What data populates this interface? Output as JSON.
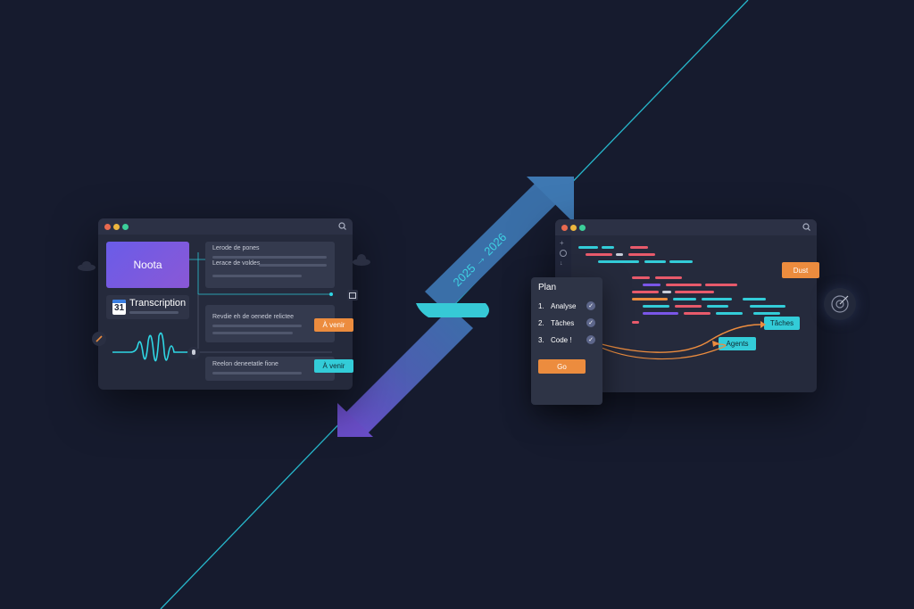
{
  "arrow_label": "2025 → 2026",
  "colors": {
    "background": "#161b2e",
    "accent_teal": "#33ccd8",
    "accent_orange": "#ec8c3e",
    "accent_purple": "#7a56e8"
  },
  "left_window": {
    "brand_card": "Noota",
    "calendar_day": "31",
    "transcription_label": "Transcription",
    "notes": [
      {
        "line1": "Lerode de pones",
        "line2": "Lerace de voldes"
      },
      {
        "line1": "Revdie eh de oenede relictee",
        "badge": "À venir"
      },
      {
        "line1": "Reelon deneetatle fione",
        "badge": "À venir"
      }
    ],
    "icons": [
      "search-icon",
      "pen-icon",
      "microphone-icon",
      "calendar-icon",
      "cloud-icon"
    ]
  },
  "right_window": {
    "plan": {
      "title": "Plan",
      "steps": [
        {
          "num": "1.",
          "label": "Analyse"
        },
        {
          "num": "2.",
          "label": "Tâches"
        },
        {
          "num": "3.",
          "label": "Code !"
        }
      ],
      "go_button": "Go"
    },
    "tags": {
      "dust": "Dust",
      "taches": "Tâches",
      "agents": "Agents"
    },
    "icons": [
      "search-icon",
      "plus-icon",
      "settings-icon",
      "arrow-down-icon",
      "target-icon"
    ]
  }
}
